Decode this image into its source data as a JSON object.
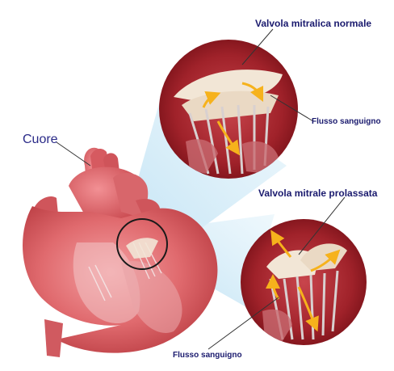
{
  "labels": {
    "heart": "Cuore",
    "normal_valve": "Valvola mitralica normale",
    "blood_flow_top": "Flusso sanguigno",
    "prolapsed_valve": "Valvola mitrale prolassata",
    "blood_flow_bottom": "Flusso sanguigno"
  },
  "colors": {
    "heart_tissue": "#e06a6e",
    "heart_dark": "#b83a40",
    "inset_background": "#8e1820",
    "valve_leaflet": "#f2e6d6",
    "chordae": "#d8d0d0",
    "flow_arrow": "#f6b21c",
    "projection_beam": "#cde8f5",
    "label_text": "#1a1a6e"
  },
  "icons": {
    "flow": "arrow-icon",
    "magnifier": "zoom-circle-icon"
  }
}
